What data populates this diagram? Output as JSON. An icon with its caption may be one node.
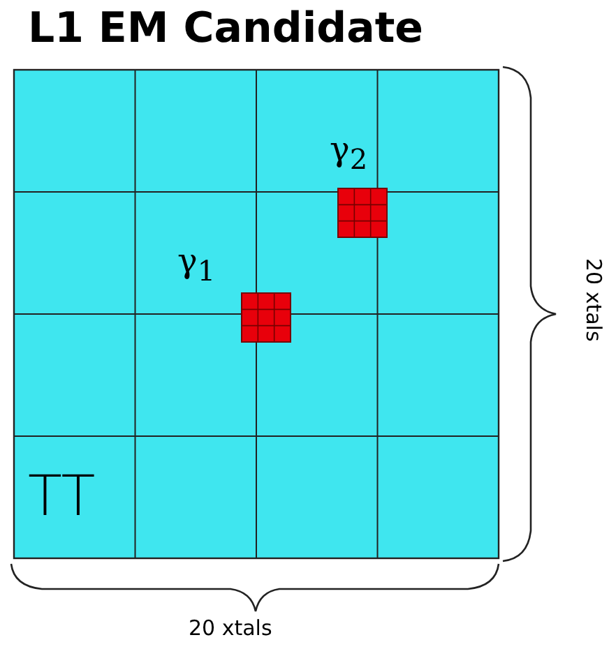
{
  "diagram": {
    "title": "L1 EM Candidate",
    "labels": [
      "γ$_{2}$",
      "20 xtals",
      "γ$_{1}$",
      "TT",
      "20 xtals"
    ]
  }
}
